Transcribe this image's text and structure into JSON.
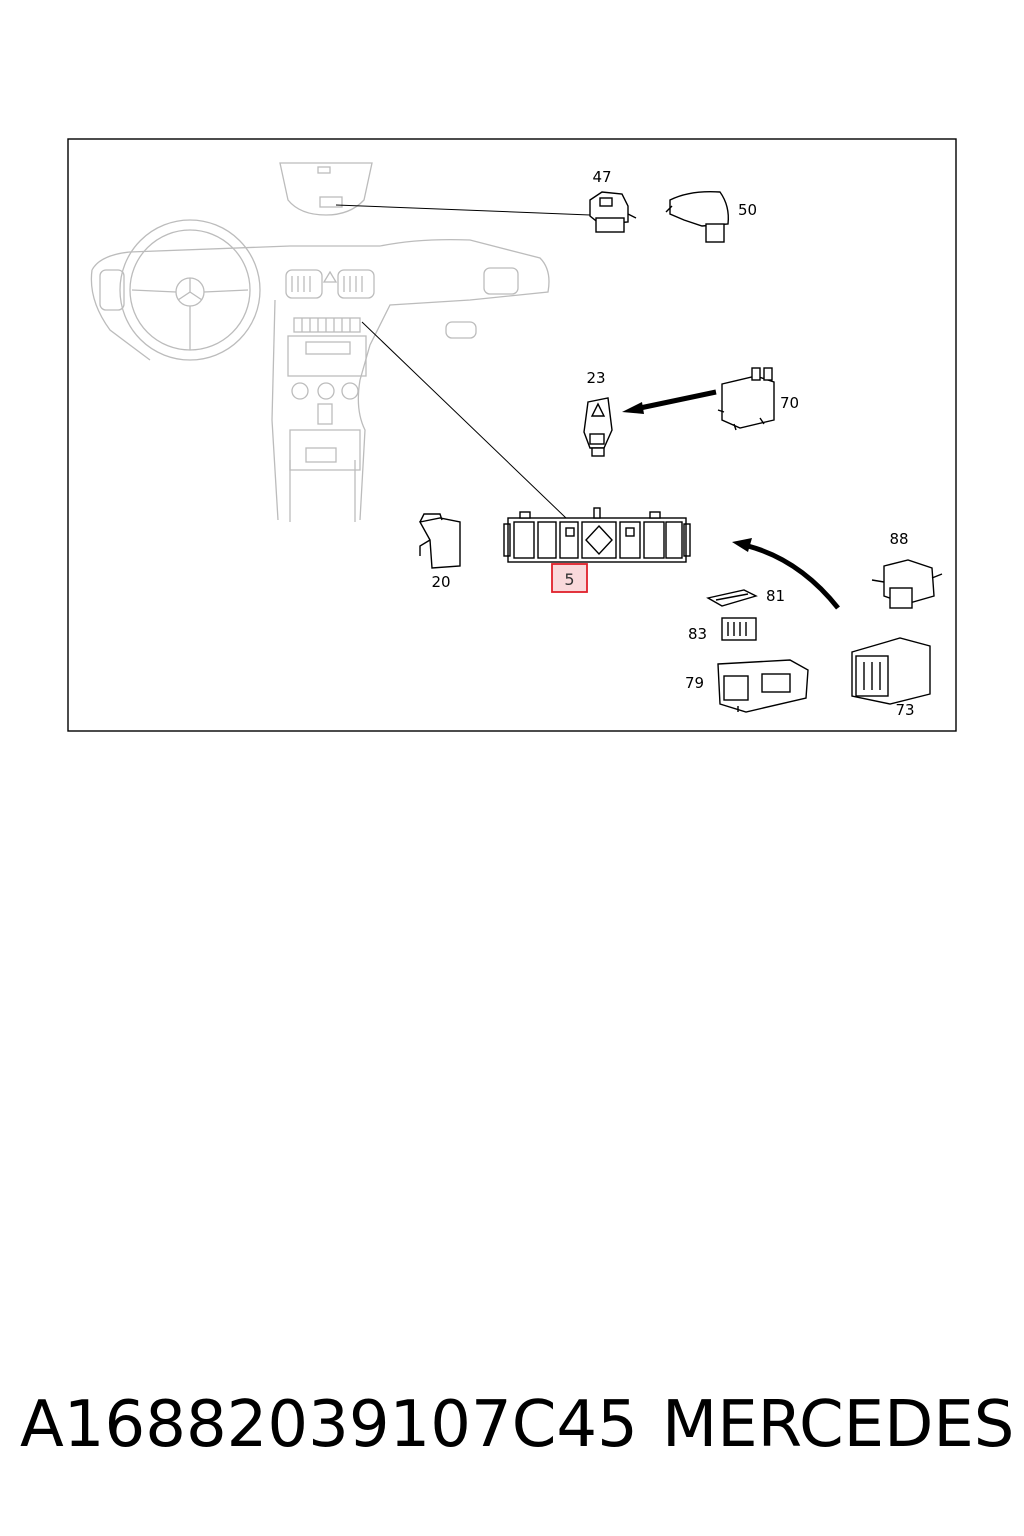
{
  "callouts": {
    "c47": "47",
    "c50": "50",
    "c23": "23",
    "c70": "70",
    "c20": "20",
    "c5": "5",
    "c88": "88",
    "c81": "81",
    "c83": "83",
    "c79": "79",
    "c73": "73"
  },
  "footer": {
    "part_number": "A16882039107C45",
    "brand": "MERCEDES"
  },
  "colors": {
    "highlight": "#e0202a",
    "highlight_fill": "#f9d9db",
    "ghost_line": "#bcbcbc"
  }
}
